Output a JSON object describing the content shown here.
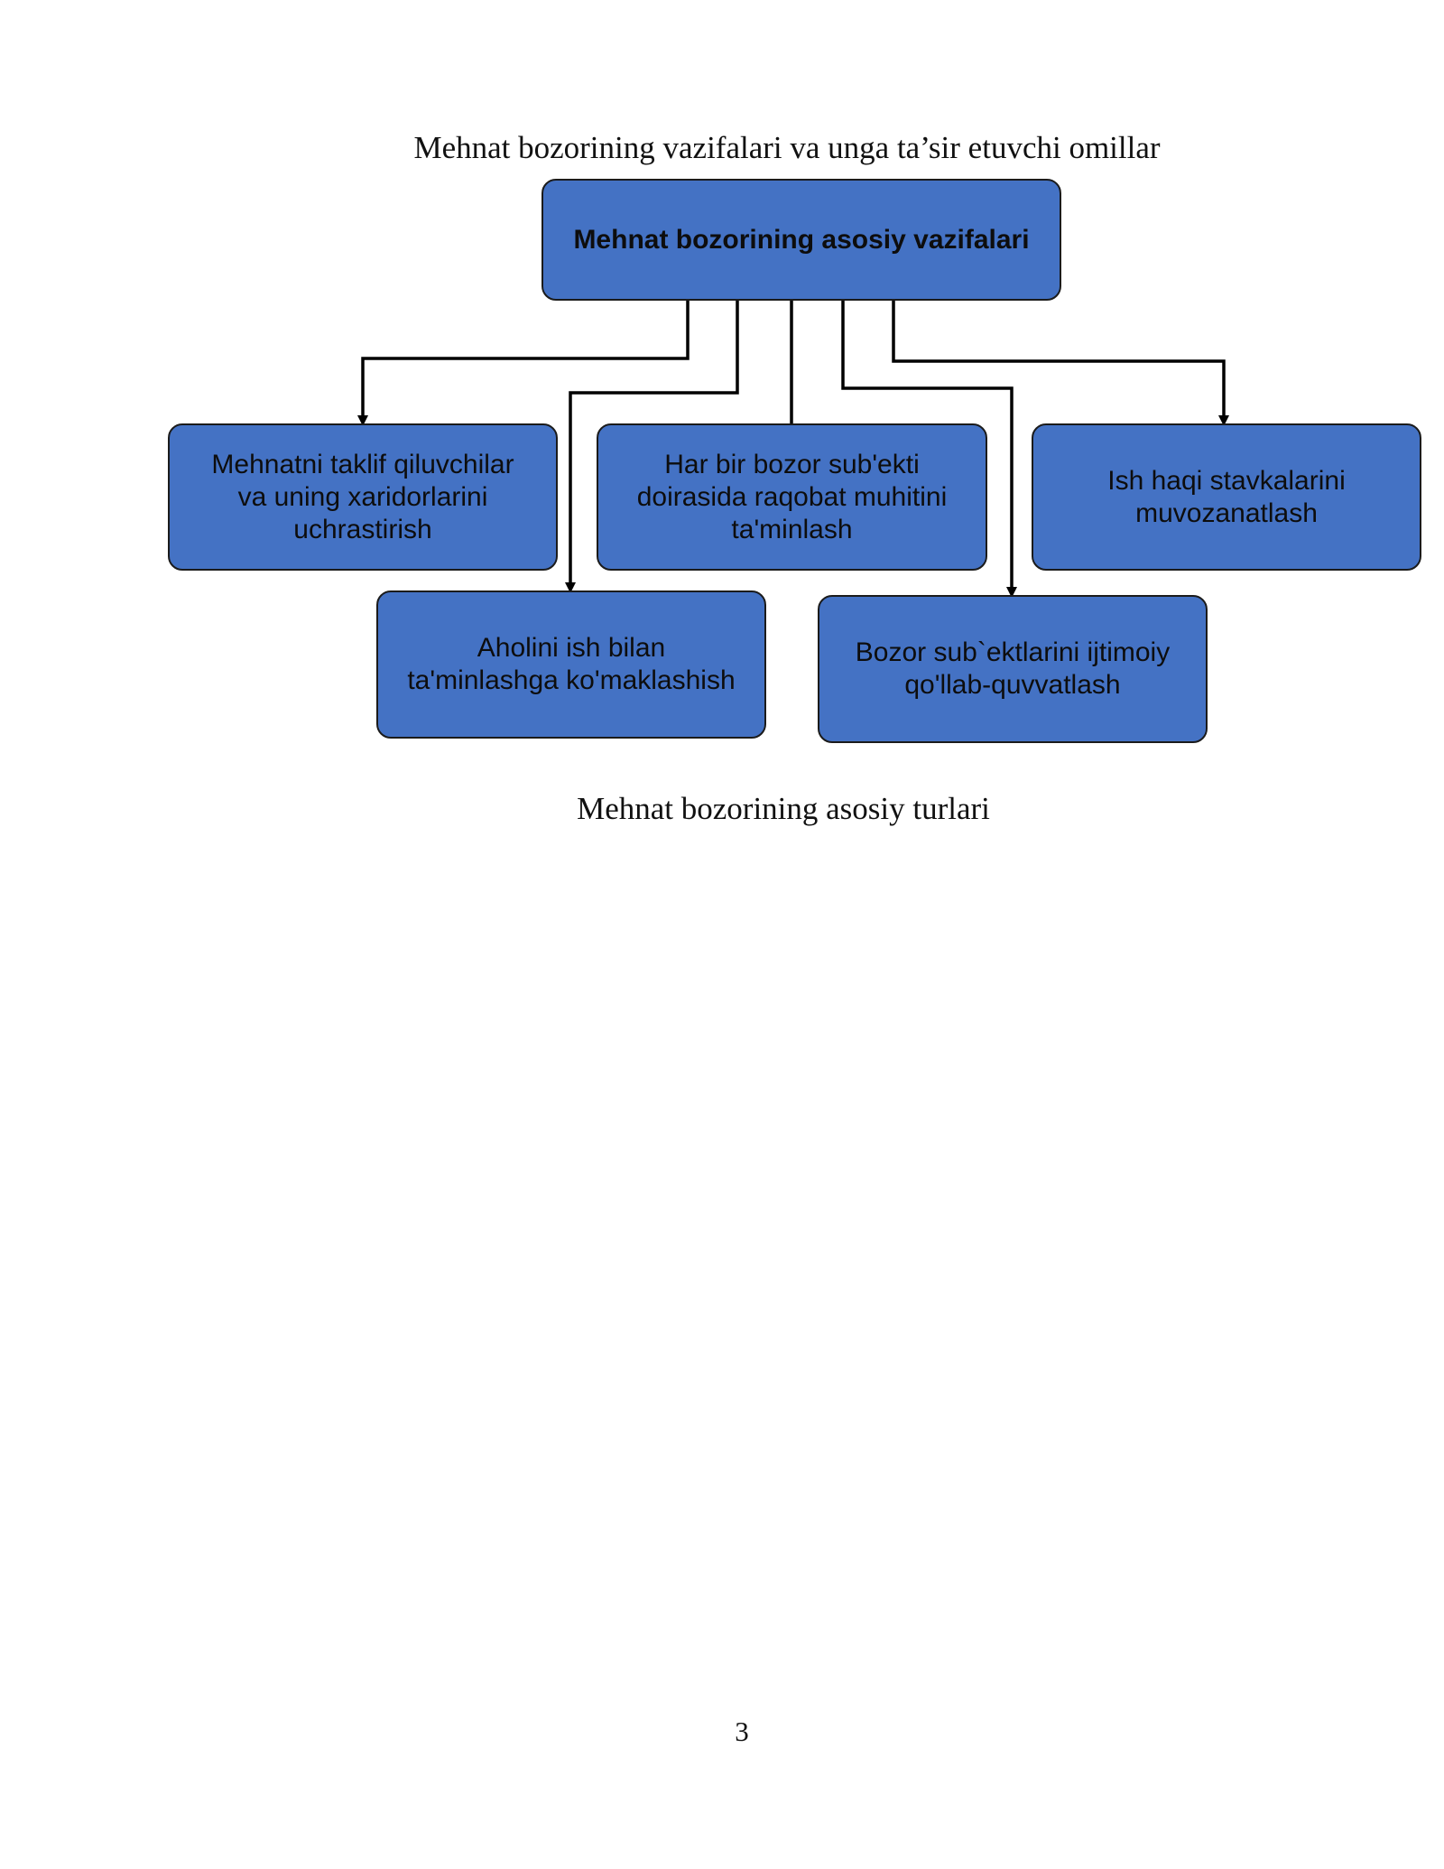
{
  "document": {
    "title": "Mehnat bozorining vazifalari va unga ta’sir etuvchi omillar",
    "subtitle": "Mehnat bozorining asosiy turlari",
    "page_number": "3"
  },
  "diagram": {
    "root": {
      "label": "Mehnat bozorining asosiy vazifalari"
    },
    "nodes": [
      {
        "label": "Mehnatni taklif qiluvchilar\nva uning xaridorlarini\nuchrastirish"
      },
      {
        "label": "Har bir bozor sub'ekti\ndoirasida raqobat muhitini\nta'minlash"
      },
      {
        "label": "Ish haqi stavkalarini\nmuvozanatlash"
      },
      {
        "label": "Aholini ish bilan\nta'minlashga ko'maklashish"
      },
      {
        "label": "Bozor sub`ektlarini ijtimoiy\nqo'llab-quvvatlash"
      }
    ],
    "colors": {
      "node_fill": "#4472c4",
      "node_border": "#1b1b1b",
      "connector": "#000000"
    }
  }
}
